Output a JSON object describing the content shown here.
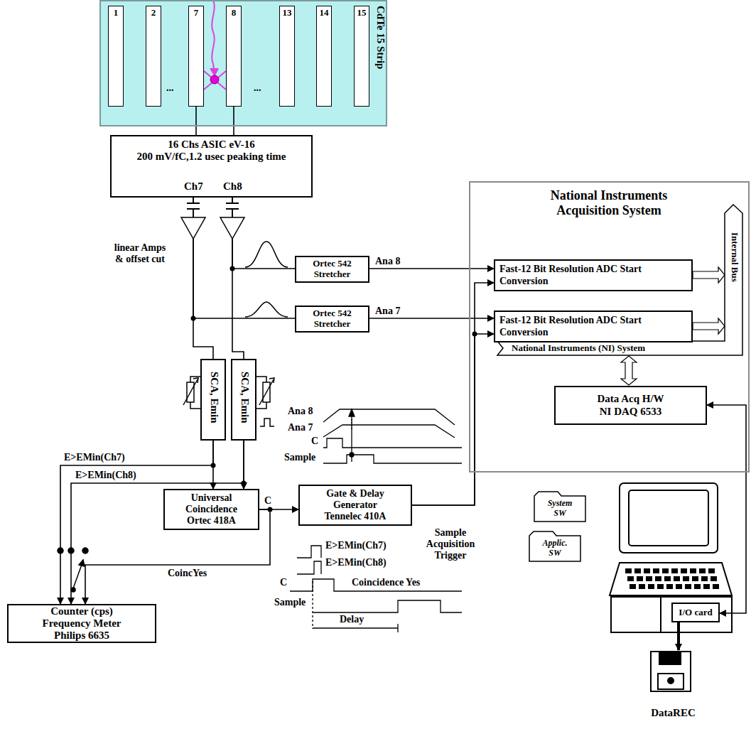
{
  "diagram": {
    "nodes": [
      {
        "text": [
          "CdTe 15 Strip"
        ]
      },
      {
        "text": [
          "1"
        ],
        "in": 0
      },
      {
        "text": [
          "2"
        ],
        "in": 0
      },
      {
        "text": [
          "7"
        ],
        "in": 0
      },
      {
        "text": [
          "8"
        ],
        "in": 0
      },
      {
        "text": [
          "13"
        ],
        "in": 0
      },
      {
        "text": [
          "14"
        ],
        "in": 0
      },
      {
        "text": [
          "15"
        ],
        "in": 0
      },
      {
        "text": [
          "16 Chs ASIC eV-16",
          "200 mV/fC,1.2 usec peaking time",
          "Ch7",
          "Ch8"
        ]
      },
      {
        "text": [
          "Ortec 542 Stretcher"
        ]
      },
      {
        "text": [
          "Ortec 542 Stretcher"
        ]
      },
      {
        "text": [
          "National Instruments Acquisition System",
          "National Instruments (NI) System",
          "Internal Bus"
        ]
      },
      {
        "text": [
          "Fast-12 Bit Resolution ADC Start Conversion"
        ],
        "in": 11
      },
      {
        "text": [
          "Fast-12 Bit Resolution ADC Start Conversion"
        ],
        "in": 11
      },
      {
        "text": [
          "Data Acq H/W NI DAQ 6533"
        ],
        "in": 11
      },
      {
        "text": [
          "SCA, Emin"
        ]
      },
      {
        "text": [
          "SCA, Emin"
        ]
      },
      {
        "text": [
          "Universal Coincidence Ortec 418A"
        ]
      },
      {
        "text": [
          "Gate & Delay Generator Tennelec 410A"
        ]
      },
      {
        "text": [
          "Counter (cps) Frequency Meter Philips 6635"
        ]
      },
      {
        "text": [
          "System SW"
        ]
      },
      {
        "text": [
          "Applic. SW"
        ]
      },
      {
        "text": [
          "I/O card"
        ]
      },
      {
        "text": [
          "DataREC"
        ]
      }
    ],
    "edges": [
      {
        "from": 3,
        "to": 8,
        "arrow": "none"
      },
      {
        "from": 4,
        "to": 8,
        "arrow": "none"
      },
      {
        "from": 8,
        "to": 10,
        "arrow": "none"
      },
      {
        "from": 8,
        "to": 15,
        "arrow": "none"
      },
      {
        "from": 8,
        "to": 9,
        "arrow": "none"
      },
      {
        "from": 8,
        "to": 16,
        "arrow": "none"
      },
      {
        "from": 9,
        "to": 12,
        "label": "Ana 8",
        "arrow": "to"
      },
      {
        "from": 10,
        "to": 13,
        "label": "Ana 7",
        "arrow": "to"
      },
      {
        "from": 15,
        "to": 17,
        "arrow": "to"
      },
      {
        "from": 16,
        "to": 17,
        "arrow": "to"
      },
      {
        "from": 17,
        "to": 18,
        "label": "C",
        "arrow": "to"
      },
      {
        "from": 18,
        "to": 12,
        "arrow": "to"
      },
      {
        "from": 18,
        "to": 13,
        "arrow": "to"
      },
      {
        "from": 14,
        "to": 22,
        "arrow": "both"
      },
      {
        "from": 22,
        "to": 23,
        "arrow": "to"
      },
      {
        "from": 15,
        "to": 19,
        "label": "E>EMin(Ch7)",
        "arrow": "to"
      },
      {
        "from": 16,
        "to": 19,
        "label": "E>EMin(Ch8)",
        "arrow": "to"
      },
      {
        "from": 17,
        "to": 19,
        "label": "CoincYes",
        "arrow": "to"
      }
    ],
    "labels": [
      "...",
      "...",
      "linear Amps & offset cut",
      "Ana 8",
      "Ana 7",
      "C",
      "Sample",
      "Sample Acquisition Trigger",
      "E>EMin(Ch7)",
      "E>EMin(Ch8)",
      "C",
      "Coincidence Yes",
      "Sample",
      "Delay"
    ]
  }
}
